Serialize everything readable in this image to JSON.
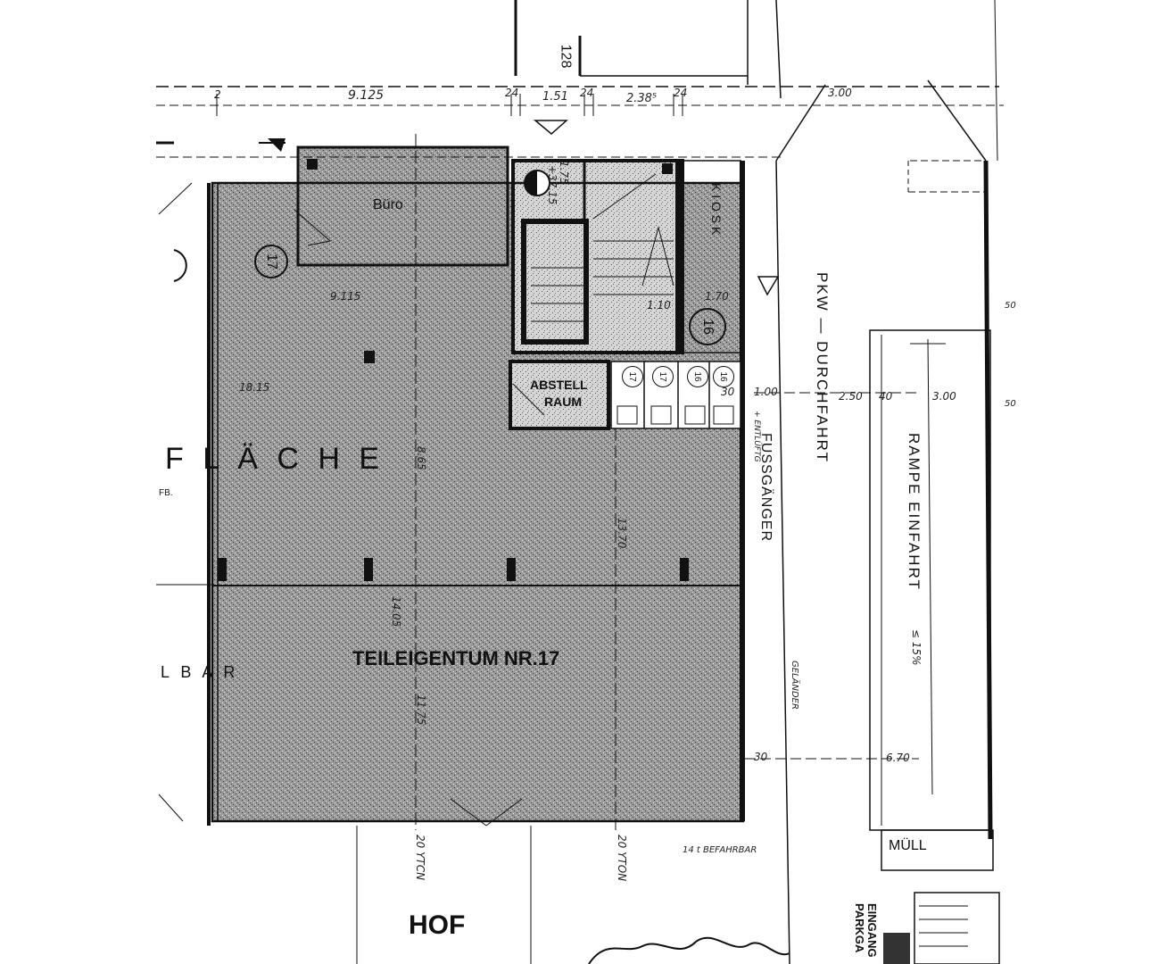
{
  "labels": {
    "bueru": "Büro",
    "flaeche": "F L Ä C H E",
    "fb": "FB.",
    "lbar": "L B A R",
    "teileigentum": "TEILEIGENTUM NR.17",
    "abstellraum_1": "ABSTELL",
    "abstellraum_2": "RAUM",
    "kiosk": "K I O S K",
    "pkw_durchfahrt": "PKW — DURCHFAHRT",
    "fussgaenger": "FUSSGÄNGER",
    "rampe": "RAMPE EINFAHRT",
    "muell": "MÜLL",
    "hof": "HOF",
    "eingang_1": "EINGANG",
    "eingang_2": "PARKGA",
    "nr128": "128",
    "unit_17": "17",
    "unit_16": "16",
    "small_17": "17",
    "small_17b": "17",
    "small_16": "16",
    "small_16b": "16"
  },
  "dimensions": {
    "d_2": "2",
    "d_9125": "9.125",
    "d_24a": "24",
    "d_151": "1.51",
    "d_24b": "24",
    "d_2385": "2.38⁵",
    "d_24c": "24",
    "d_300a": "3.00",
    "d_9115": "9.115",
    "d_1815": "18.15",
    "d_175": "1.75",
    "d_3715": "+37.15",
    "d_170": "1.70",
    "d_110": "1.10",
    "d_100": "1.00",
    "d_250": "2.50",
    "d_300b": "3.00",
    "d_40": "40",
    "d_30a": "30",
    "d_30b": "30",
    "d_865": "8.65",
    "d_1405": "14.05",
    "d_1175": "11.75",
    "d_1370": "13.70",
    "d_670": "6.70",
    "d_15pct": "≤ 15%",
    "d_20ytcn": "20 YTCN",
    "d_20yton": "20 YTON",
    "d_befahrbar": "14 t BEFAHRBAR",
    "d_ellaender": "GELÄNDER",
    "d_entrueftung": "+ ENTLÜFTG",
    "d_50a": "50",
    "d_50b": "50"
  }
}
